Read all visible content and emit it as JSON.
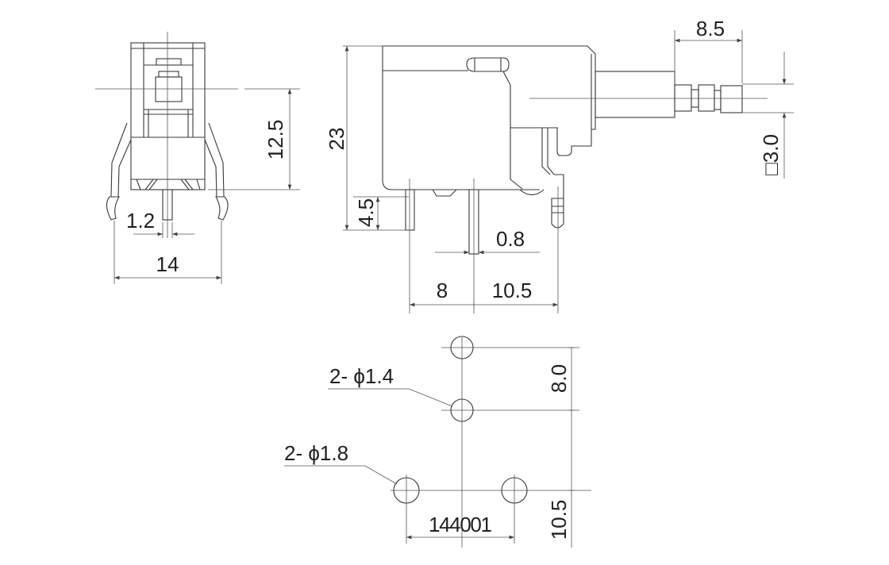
{
  "front_view": {
    "height_dim": "12.5",
    "pin_width_dim": "1.2",
    "width_dim": "14"
  },
  "side_view": {
    "height_dim": "23",
    "pin_length_dim": "4.5",
    "pin_width_dim": "0.8",
    "pitch_left_dim": "8",
    "pitch_right_dim": "10.5",
    "shaft_length_dim": "8.5",
    "shaft_square_dim": "□3.0"
  },
  "footprint": {
    "hole_small_label": "2- ϕ1.4",
    "hole_large_label": "2- ϕ1.8",
    "vertical_pitch_dim": "8.0",
    "lower_offset_dim": "10.5",
    "horizontal_pitch_dim": "144001"
  },
  "colors": {
    "line": "#3a3a3a",
    "text": "#231f20"
  }
}
